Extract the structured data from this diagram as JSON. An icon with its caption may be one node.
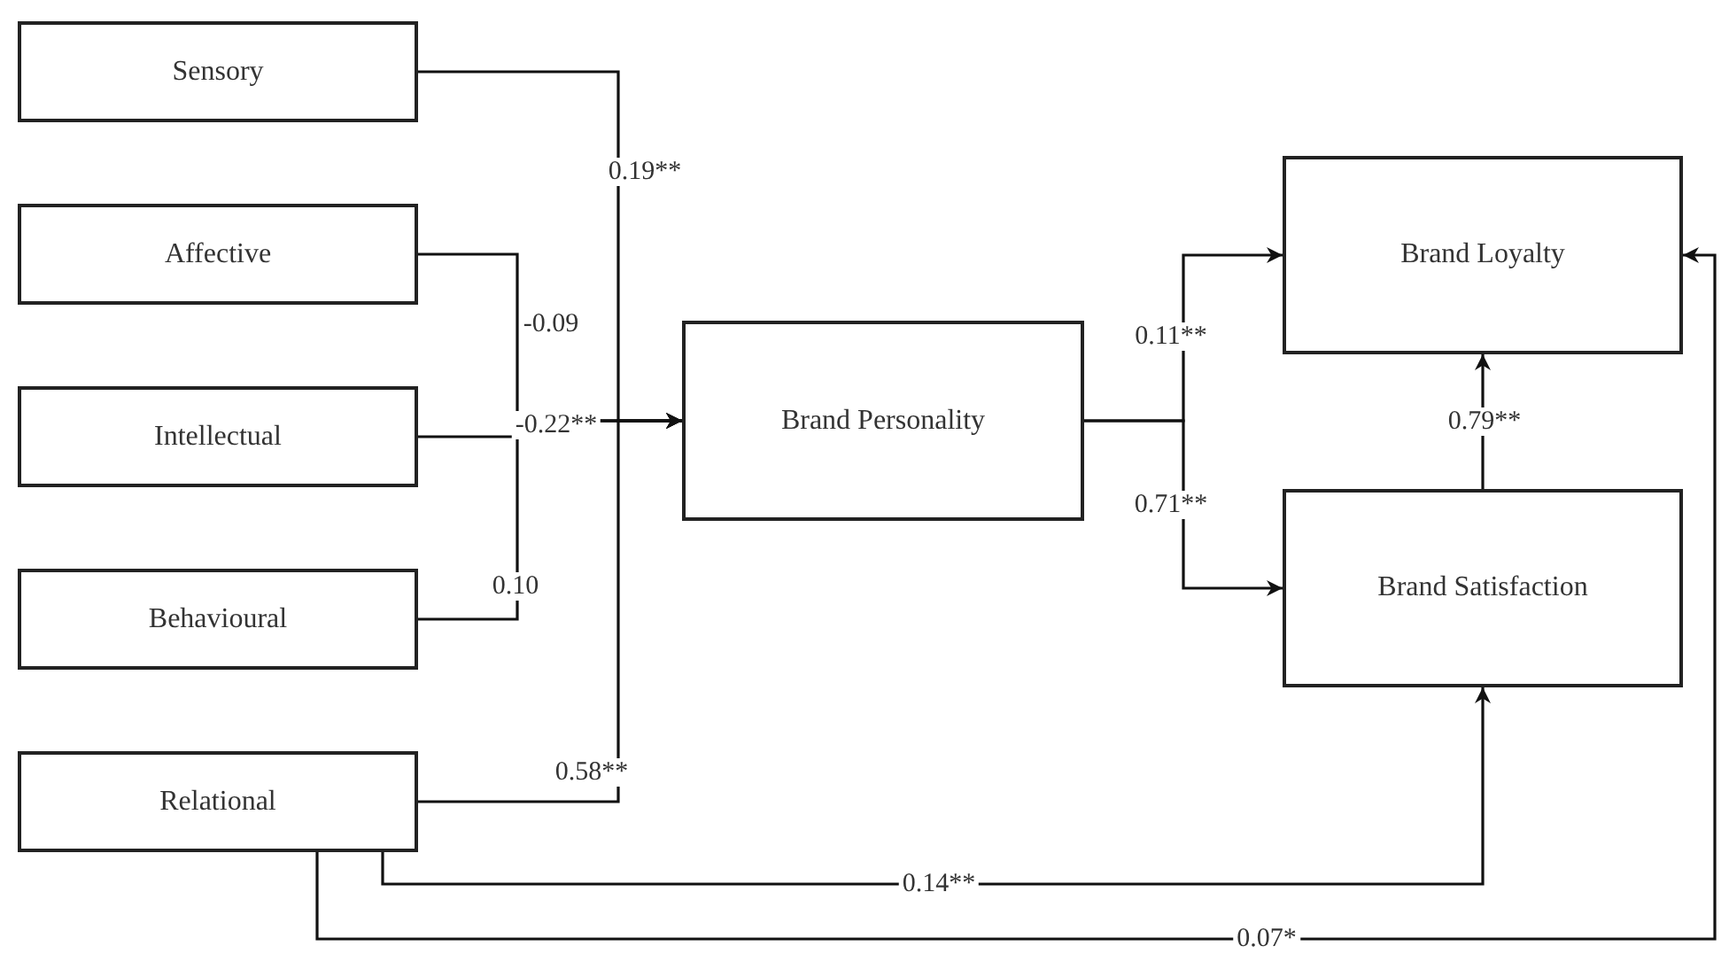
{
  "diagram": {
    "nodes": [
      {
        "text": [
          "Sensory"
        ]
      },
      {
        "text": [
          "Affective"
        ]
      },
      {
        "text": [
          "Intellectual"
        ]
      },
      {
        "text": [
          "Behavioural"
        ]
      },
      {
        "text": [
          "Relational"
        ]
      },
      {
        "text": [
          "Brand Personality"
        ]
      },
      {
        "text": [
          "Brand Loyalty"
        ]
      },
      {
        "text": [
          "Brand Satisfaction"
        ]
      }
    ],
    "edges": [
      {
        "from": 0,
        "to": 5,
        "arrow": "to",
        "label": "0.19**"
      },
      {
        "from": 1,
        "to": 5,
        "arrow": "to",
        "label": "-0.09"
      },
      {
        "from": 2,
        "to": 5,
        "arrow": "to",
        "label": "-0.22**"
      },
      {
        "from": 3,
        "to": 5,
        "arrow": "to",
        "label": "0.10"
      },
      {
        "from": 4,
        "to": 5,
        "arrow": "to",
        "label": "0.58**"
      },
      {
        "from": 5,
        "to": 6,
        "arrow": "to",
        "label": "0.11**"
      },
      {
        "from": 5,
        "to": 7,
        "arrow": "to",
        "label": "0.71**"
      },
      {
        "from": 7,
        "to": 6,
        "arrow": "to",
        "label": "0.79**"
      },
      {
        "from": 4,
        "to": 7,
        "arrow": "to",
        "label": "0.14**"
      },
      {
        "from": 4,
        "to": 6,
        "arrow": "to",
        "label": "0.07*"
      }
    ]
  }
}
